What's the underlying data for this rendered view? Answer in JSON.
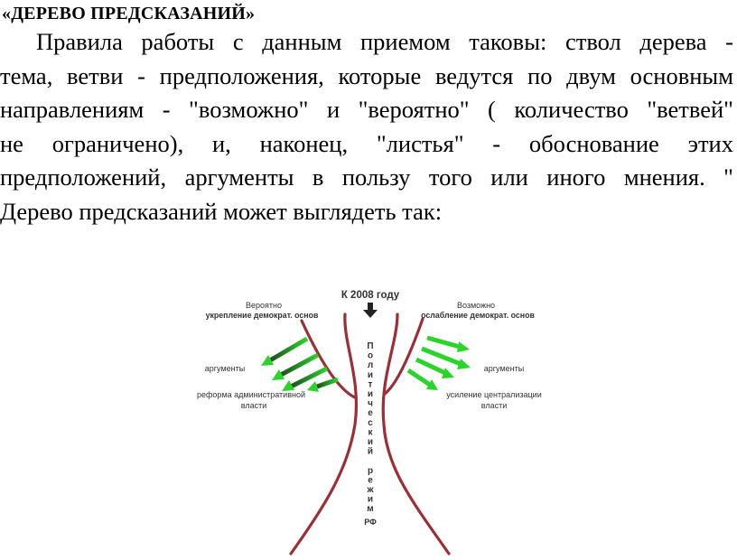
{
  "document": {
    "heading": "«ДЕРЕВО ПРЕДСКАЗАНИЙ»",
    "paragraph_lines": [
      "Правила работы с данным приемом таковы: ствол дерева -",
      "тема, ветви - предположения, которые ведутся по двум основным",
      "направлениям - \"возможно\" и \"вероятно\" ( количество \"ветвей\"",
      "не ограничено), и, наконец, \"листья\" - обоснование этих",
      "предположений, аргументы в пользу того или иного мнения. \"",
      "Дерево предсказаний может выглядеть так:"
    ]
  },
  "diagram": {
    "top_label": "К 2008 году",
    "left_title": "Вероятно",
    "left_subtitle": "укрепление демократ. основ",
    "right_title": "Возможно",
    "right_subtitle": "ослабление демократ. основ",
    "left_args": "аргументы",
    "left_reform_line1": "реформа административной",
    "left_reform_line2": "власти",
    "right_args": "аргументы",
    "right_central_line1": "усиление централизации",
    "right_central_line2": "власти",
    "trunk_letters": [
      "П",
      "о",
      "л",
      "и",
      "т",
      "и",
      "ч",
      "е",
      "с",
      "к",
      "и",
      "й",
      "",
      "р",
      "е",
      "ж",
      "и",
      "м"
    ],
    "trunk_end": "РФ",
    "colors": {
      "branch": "#9b2f35",
      "arrow_green": "#2bd42b",
      "arrow_dark": "#1f4d1f",
      "text": "#333333"
    }
  }
}
